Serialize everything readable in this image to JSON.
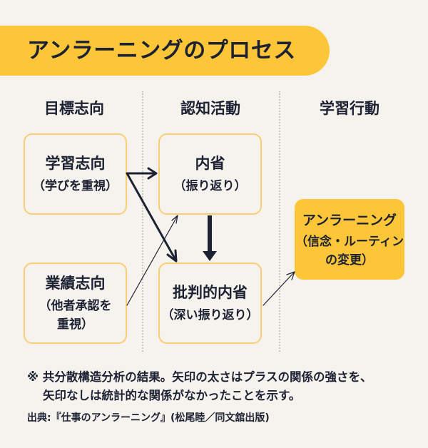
{
  "title": "アンラーニングのプロセス",
  "columns": [
    "目標志向",
    "認知活動",
    "学習行動"
  ],
  "boxes": {
    "learning_goal": {
      "main": "学習志向",
      "sub": "（学びを重視）"
    },
    "performance_goal": {
      "main": "業績志向",
      "sub_line1": "（他者承認を",
      "sub_line2": "重視）"
    },
    "reflection": {
      "main": "内省",
      "sub": "（振り返り）"
    },
    "critical_reflection": {
      "main": "批判的内省",
      "sub": "（深い振り返り）"
    },
    "unlearning": {
      "main": "アンラーニング",
      "sub_line1": "（信念・ルーティン",
      "sub_line2": "の変更）"
    }
  },
  "arrows": [
    {
      "from": "学習志向",
      "to": "内省",
      "strength": "strong"
    },
    {
      "from": "学習志向",
      "to": "批判的内省",
      "strength": "strong"
    },
    {
      "from": "業績志向",
      "to": "内省",
      "strength": "weak"
    },
    {
      "from": "内省",
      "to": "批判的内省",
      "strength": "strongest"
    },
    {
      "from": "批判的内省",
      "to": "アンラーニング",
      "strength": "weak"
    }
  ],
  "note": {
    "line1": "※ 共分散構造分析の結果。矢印の太さはプラスの関係の強さを、",
    "line2": "矢印なしは統計的な関係がなかったことを示す。"
  },
  "source": "出典:『仕事のアンラーニング』(松尾睦／同文舘出版)",
  "colors": {
    "accent": "#fdc638",
    "box_border": "#f7cf72",
    "text": "#1d2233",
    "background": "#f6f3ee"
  }
}
